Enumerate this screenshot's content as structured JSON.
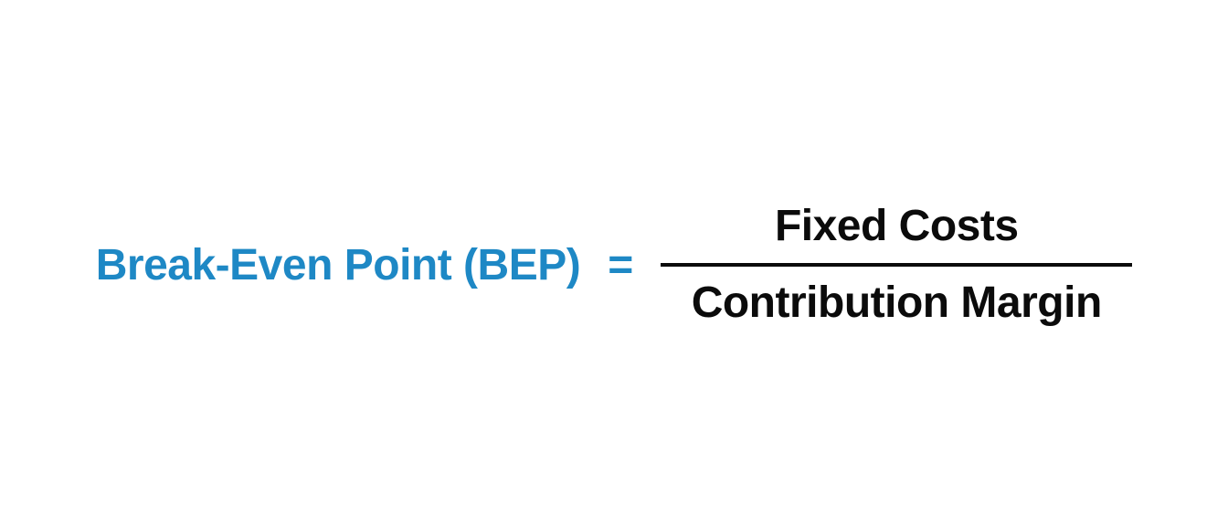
{
  "formula": {
    "lhs": "Break-Even Point (BEP)",
    "equals": "=",
    "numerator": "Fixed Costs",
    "denominator": "Contribution Margin"
  },
  "colors": {
    "accent_blue": "#1e88c5",
    "text_black": "#0b0b0b",
    "background": "#ffffff"
  }
}
